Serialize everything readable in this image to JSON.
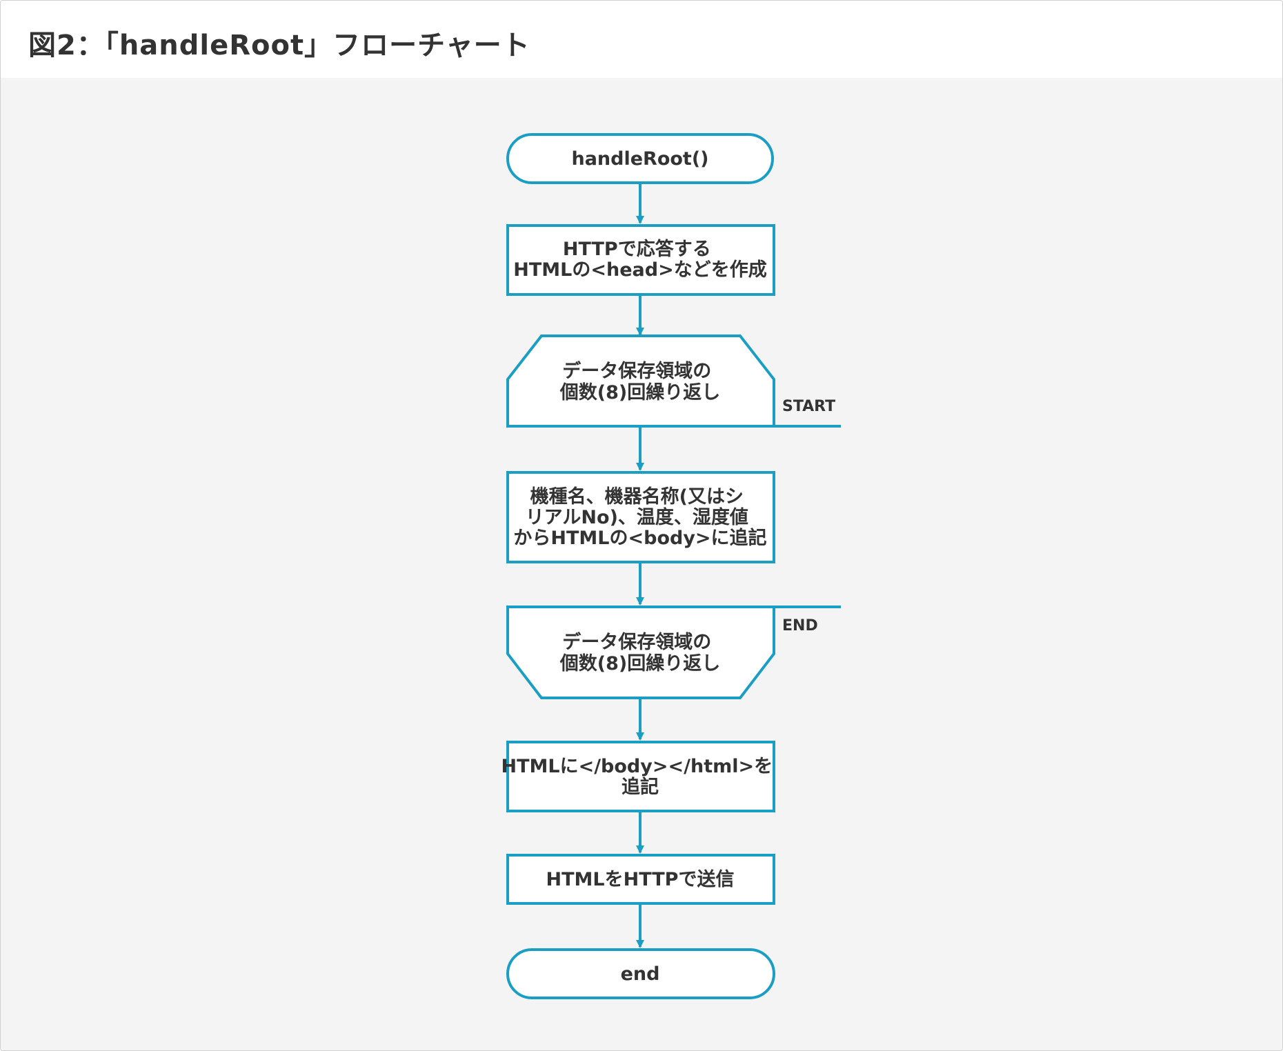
{
  "title": "図2：「handleRoot」フローチャート",
  "colors": {
    "stroke": "#1a9ec4",
    "node_fill": "#ffffff",
    "text": "#333333",
    "canvas_bg": "#f4f4f4"
  },
  "flow": {
    "start": [
      "handleRoot()"
    ],
    "step1": [
      "HTTPで応答する",
      "HTMLの<head>などを作成"
    ],
    "loop_start": [
      "データ保存領域の",
      "個数(8)回繰り返し"
    ],
    "loop_start_tag": "START",
    "step2": [
      "機種名、機器名称(又はシ",
      "リアルNo)、温度、湿度値",
      "からHTMLの<body>に追記"
    ],
    "loop_end": [
      "データ保存領域の",
      "個数(8)回繰り返し"
    ],
    "loop_end_tag": "END",
    "step3": [
      "HTMLに</body></html>を",
      "追記"
    ],
    "step4": [
      "HTMLをHTTPで送信"
    ],
    "end": [
      "end"
    ]
  }
}
